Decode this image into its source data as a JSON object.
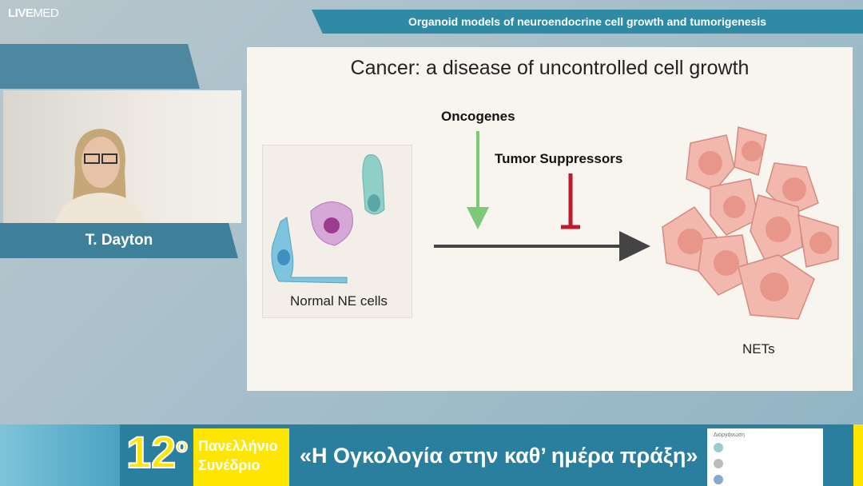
{
  "logo": {
    "text_bold": "LIVE",
    "text_light": "MED"
  },
  "header": {
    "title": "Organoid models of neuroendocrine cell growth and tumorigenesis"
  },
  "speaker": {
    "name": "T. Dayton"
  },
  "slide": {
    "title": "Cancer: a disease of uncontrolled cell growth",
    "oncogenes": "Oncogenes",
    "tumor_suppressors": "Tumor Suppressors",
    "normal_cells": "Normal NE cells",
    "nets": "NETs",
    "colors": {
      "oncogene_arrow": "#7dc97a",
      "suppressor": "#c0182c",
      "main_arrow": "#444444",
      "net_cells": "#f2b8ae"
    }
  },
  "banner": {
    "number": "12",
    "degree": "ο",
    "line1": "Πανελλήνιο",
    "line2": "Συνέδριο",
    "slogan": "«Η Ογκολογία στην καθ’ ημέρα πράξη»",
    "organizers_heading": "Διοργάνωση"
  }
}
